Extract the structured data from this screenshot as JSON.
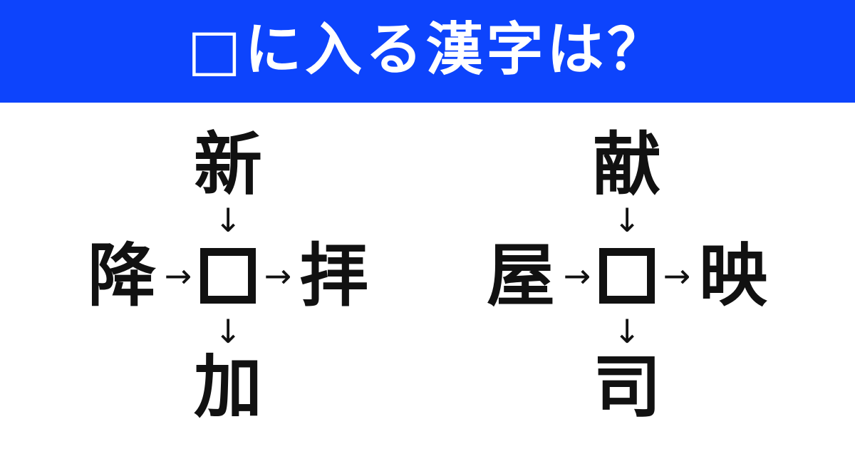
{
  "header": {
    "text": "□に入る漢字は？",
    "background_color": "#0d44fc",
    "text_color": "#ffffff"
  },
  "page": {
    "background_color": "#ffffff",
    "ink_color": "#111111"
  },
  "symbols": {
    "arrow_down": "↓",
    "arrow_right": "→",
    "blank": "□"
  },
  "puzzles": [
    {
      "id": "puzzle-left",
      "top": "新",
      "left": "降",
      "center": "□",
      "right": "拝",
      "bottom": "加"
    },
    {
      "id": "puzzle-right",
      "top": "献",
      "left": "屋",
      "center": "□",
      "right": "映",
      "bottom": "司"
    }
  ]
}
